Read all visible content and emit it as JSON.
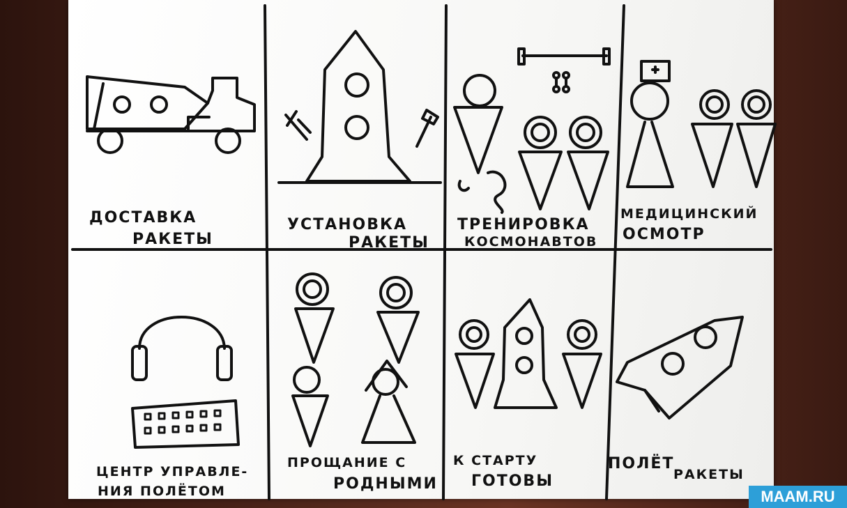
{
  "panels": [
    {
      "line1": "ДОСТАВКА",
      "line2": "РАКЕТЫ"
    },
    {
      "line1": "УСТАНОВКА",
      "line2": "РАКЕТЫ"
    },
    {
      "line1": "ТРЕНИРОВКА",
      "line2": "КОСМОНАВТОВ"
    },
    {
      "line1": "МЕДИЦИНСКИЙ",
      "line2": "ОСМОТР"
    },
    {
      "line1": "ЦЕНТР УПРАВЛЕ-",
      "line2": "НИЯ ПОЛЁТОМ"
    },
    {
      "line1": "ПРОЩАНИЕ С",
      "line2": "РОДНЫМИ"
    },
    {
      "line1": "К СТАРТУ",
      "line2": "ГОТОВЫ"
    },
    {
      "line1": "ПОЛЁТ",
      "line2": "РАКЕТЫ"
    }
  ],
  "logo": "MAAM.RU",
  "colors": {
    "ink": "#111111",
    "paper": "#fafaf8",
    "logo_bg": "#2d9fd8"
  }
}
